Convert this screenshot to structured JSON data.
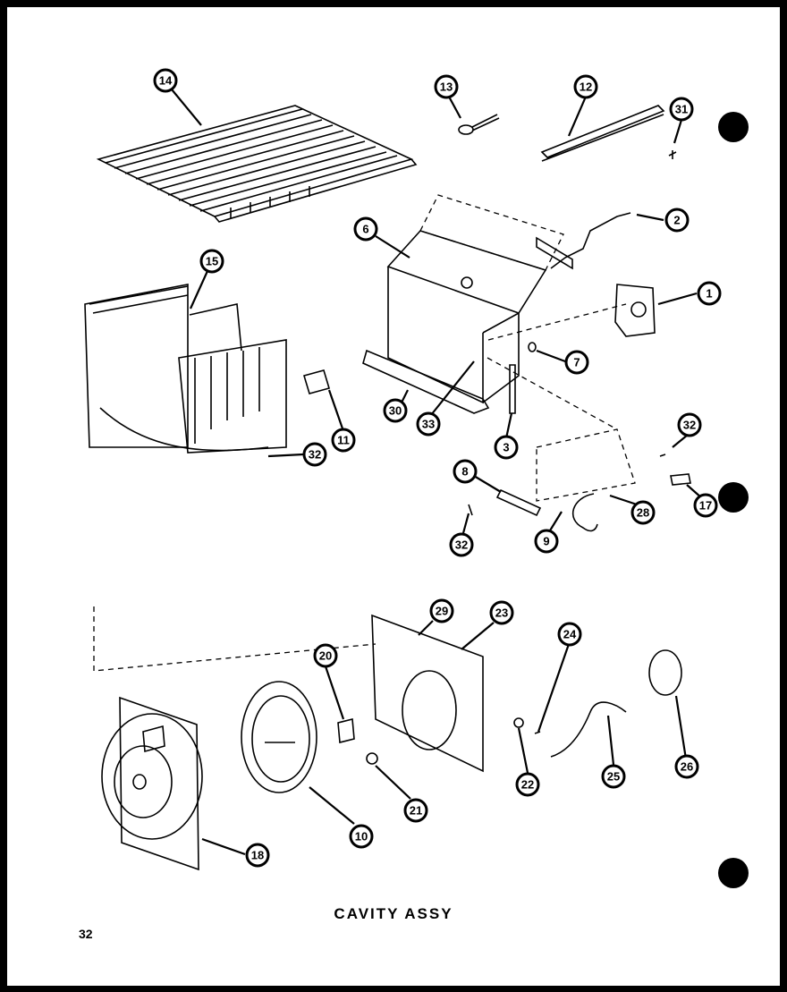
{
  "title": "CAVITY ASSY",
  "page_number": "32",
  "callouts": [
    "14",
    "13",
    "12",
    "31",
    "6",
    "2",
    "15",
    "1",
    "7",
    "11",
    "30",
    "33",
    "3",
    "32",
    "32",
    "8",
    "28",
    "17",
    "32",
    "9",
    "29",
    "23",
    "24",
    "20",
    "22",
    "25",
    "26",
    "21",
    "10",
    "18"
  ]
}
